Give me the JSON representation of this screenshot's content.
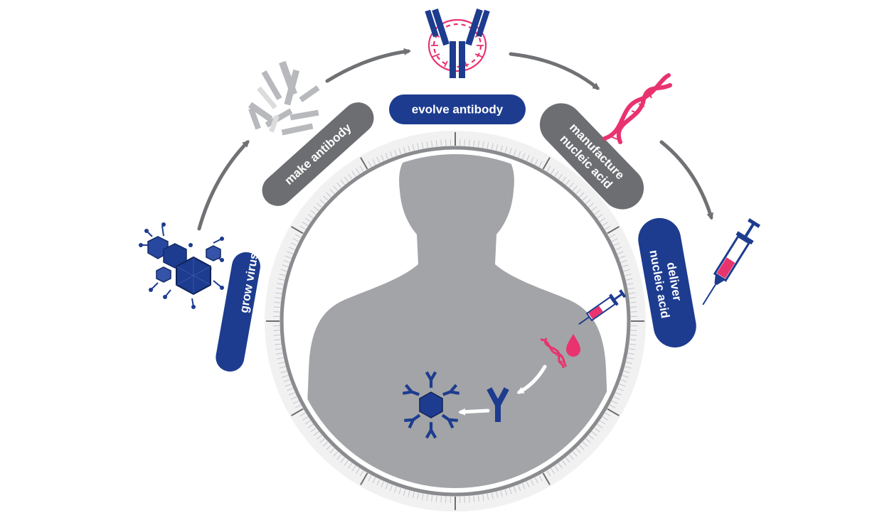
{
  "steps": [
    {
      "key": "grow",
      "label": "grow virus",
      "color": "#1d3c8f"
    },
    {
      "key": "make",
      "label": "make antibody",
      "color": "#6d6e71"
    },
    {
      "key": "evolve",
      "label": "evolve antibody",
      "color": "#1d3c8f"
    },
    {
      "key": "manufacture",
      "label_line1": "manufacture",
      "label_line2": "nucleic acid",
      "color": "#6d6e71"
    },
    {
      "key": "deliver",
      "label_line1": "deliver",
      "label_line2": "nucleic acid",
      "color": "#1d3c8f"
    }
  ],
  "colors": {
    "navy": "#1d3c8f",
    "pill_gray": "#6d6e71",
    "silhouette": "#a3a4a7",
    "magenta": "#e8336f",
    "arrow_gray": "#707174",
    "ring": "#8a8b8e"
  },
  "icons": {
    "virus": "virus-cluster-icon",
    "antibody_fragments": "antibody-fragments-icon",
    "antibody_dna": "antibody-with-dna-icon",
    "dna": "dna-helix-icon",
    "syringe": "syringe-icon"
  }
}
